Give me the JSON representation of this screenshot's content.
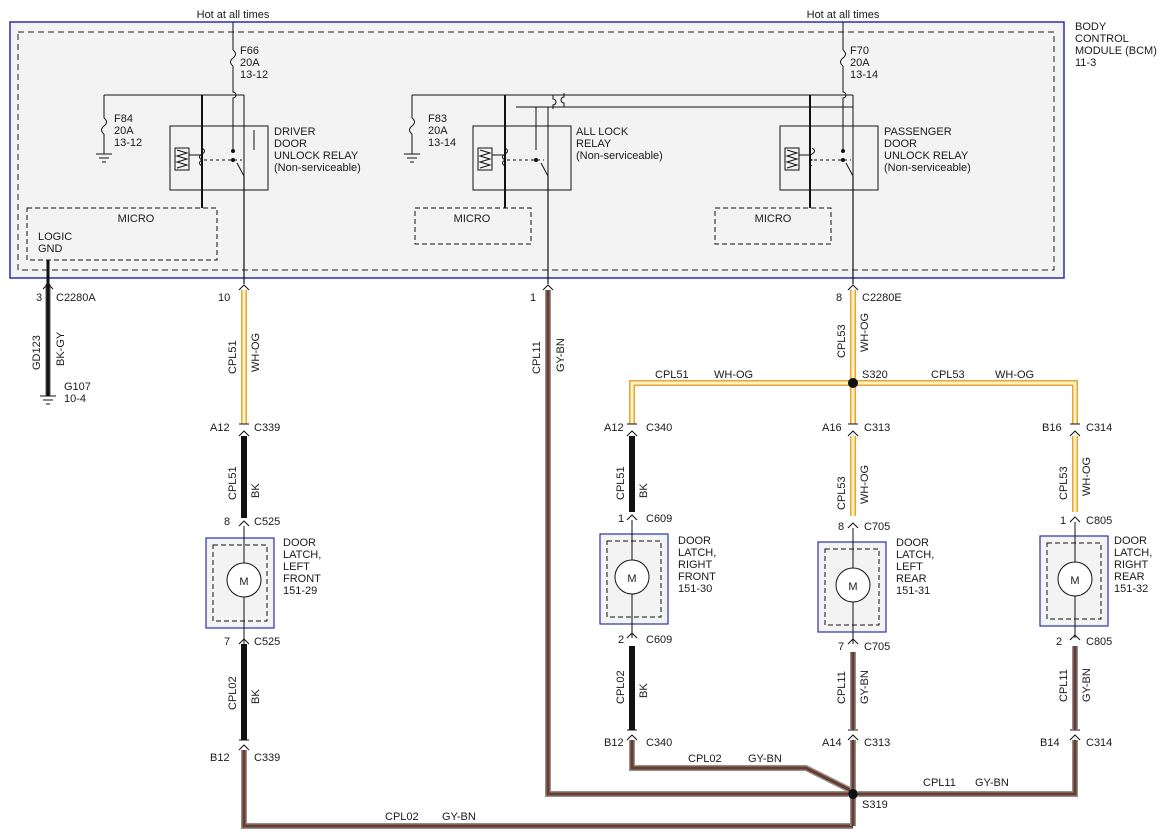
{
  "supply": {
    "left": "Hot at all times",
    "right": "Hot at all times"
  },
  "bcm": {
    "line1": "BODY",
    "line2": "CONTROL",
    "line3": "MODULE (BCM)",
    "line4": "11-3"
  },
  "fuses": {
    "f66": [
      "F66",
      "20A",
      "13-12"
    ],
    "f70": [
      "F70",
      "20A",
      "13-14"
    ],
    "f84": [
      "F84",
      "20A",
      "13-12"
    ],
    "f83": [
      "F83",
      "20A",
      "13-14"
    ]
  },
  "relays": {
    "driver": [
      "DRIVER",
      "DOOR",
      "UNLOCK RELAY",
      "(Non-serviceable)"
    ],
    "all": [
      "ALL LOCK",
      "RELAY",
      "(Non-serviceable)"
    ],
    "passenger": [
      "PASSENGER",
      "DOOR",
      "UNLOCK RELAY",
      "(Non-serviceable)"
    ]
  },
  "micro": {
    "label": "MICRO"
  },
  "logic_gnd": [
    "LOGIC",
    "GND"
  ],
  "connectors": {
    "c2280a": {
      "pin": "3",
      "name": "C2280A"
    },
    "p10": "10",
    "p1": "1",
    "c2280e": {
      "pin": "8",
      "name": "C2280E"
    },
    "c339_top": {
      "pin": "A12",
      "name": "C339"
    },
    "c339_bot": {
      "pin": "B12",
      "name": "C339"
    },
    "c525_top": {
      "pin": "8",
      "name": "C525"
    },
    "c525_bot": {
      "pin": "7",
      "name": "C525"
    },
    "c340_top": {
      "pin": "A12",
      "name": "C340"
    },
    "c340_bot": {
      "pin": "B12",
      "name": "C340"
    },
    "c609_top": {
      "pin": "1",
      "name": "C609"
    },
    "c609_bot": {
      "pin": "2",
      "name": "C609"
    },
    "c313_top": {
      "pin": "A16",
      "name": "C313"
    },
    "c313_bot": {
      "pin": "A14",
      "name": "C313"
    },
    "c705_top": {
      "pin": "8",
      "name": "C705"
    },
    "c705_bot": {
      "pin": "7",
      "name": "C705"
    },
    "c314_top": {
      "pin": "B16",
      "name": "C314"
    },
    "c314_bot": {
      "pin": "B14",
      "name": "C314"
    },
    "c805_top": {
      "pin": "1",
      "name": "C805"
    },
    "c805_bot": {
      "pin": "2",
      "name": "C805"
    }
  },
  "splices": {
    "s320": "S320",
    "s319": "S319"
  },
  "ground": {
    "name": "G107",
    "ref": "10-4"
  },
  "wires": {
    "gd123": [
      "GD123",
      "BK-GY"
    ],
    "cpl51_wh": [
      "CPL51",
      "WH-OG"
    ],
    "cpl51_bk": [
      "CPL51",
      "BK"
    ],
    "cpl02_bk": [
      "CPL02",
      "BK"
    ],
    "cpl11": [
      "CPL11",
      "GY-BN"
    ],
    "cpl53_wh": [
      "CPL53",
      "WH-OG"
    ],
    "cpl11_gy": [
      "CPL11",
      "GY-BN"
    ],
    "cpl51_h": [
      "CPL51",
      "WH-OG"
    ],
    "cpl53_h": [
      "CPL53",
      "WH-OG"
    ],
    "cpl02_h1": [
      "CPL02",
      "GY-BN"
    ],
    "cpl02_h2": [
      "CPL02",
      "GY-BN"
    ],
    "cpl11_h": [
      "CPL11",
      "GY-BN"
    ]
  },
  "latches": {
    "lf": [
      "DOOR",
      "LATCH,",
      "LEFT",
      "FRONT",
      "151-29"
    ],
    "rf": [
      "DOOR",
      "LATCH,",
      "RIGHT",
      "FRONT",
      "151-30"
    ],
    "lr": [
      "DOOR",
      "LATCH,",
      "LEFT",
      "REAR",
      "151-31"
    ],
    "rr": [
      "DOOR",
      "LATCH,",
      "RIGHT",
      "REAR",
      "151-32"
    ]
  },
  "motor": {
    "label": "M"
  },
  "colors": {
    "module_border": "#2b2fb0",
    "wh_og_core": "#fdf3c0",
    "wh_og_edge": "#e8a43a",
    "gy_bn_core": "#6b3a2a",
    "gy_bn_edge": "#9a9a9a",
    "bk": "#111111",
    "module_fill": "#f2f2f2"
  }
}
